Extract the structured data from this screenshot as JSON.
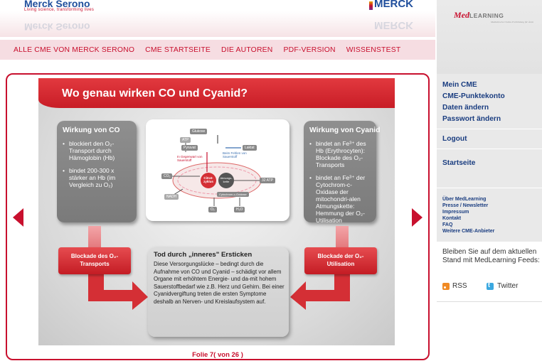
{
  "header": {
    "logo_left": "Merck Serono",
    "logo_left_tagline": "Living science, transforming lives",
    "logo_left_reflection": "Merck Serono",
    "logo_right": "MERCK",
    "logo_right_reflection": "MERCK"
  },
  "nav": {
    "items": [
      {
        "label": "ALLE CME VON MERCK SERONO"
      },
      {
        "label": "CME STARTSEITE"
      },
      {
        "label": "DIE AUTOREN"
      },
      {
        "label": "PDF-VERSION"
      },
      {
        "label": "WISSENSTEST"
      }
    ]
  },
  "sidebar": {
    "logo_med": "Med",
    "logo_learning": "LEARNING",
    "logo_sub": "Medizinische Online-Fortbildung für Ärzte",
    "account": [
      {
        "label": "Mein CME"
      },
      {
        "label": "CME-Punktekonto"
      },
      {
        "label": "Daten ändern"
      },
      {
        "label": "Passwort ändern"
      }
    ],
    "logout": "Logout",
    "startseite": "Startseite",
    "small_links": [
      {
        "label": "Über MedLearning"
      },
      {
        "label": "Presse / Newsletter"
      },
      {
        "label": "Impressum"
      },
      {
        "label": "Kontakt"
      },
      {
        "label": "FAQ"
      },
      {
        "label": "Weitere CME-Anbieter"
      }
    ],
    "stay_text": "Bleiben Sie auf dem aktuellen Stand mit MedLearning Feeds:",
    "rss": "RSS",
    "twitter": "Twitter"
  },
  "slide": {
    "title": "Wo genau wirken CO und Cyanid?",
    "left_card": {
      "title": "Wirkung von CO",
      "bullets": [
        "blockiert den O₂-Transport durch Hämoglobin (Hb)",
        "bindet 200-300 x stärker an Hb (im Vergleich zu O₂)"
      ]
    },
    "right_card": {
      "title": "Wirkung von Cyanid",
      "bullets": [
        "bindet an Fe³⁺ des Hb (Erythrocyten): Blockade des O₂-Transports",
        "bindet an Fe³⁺ der Cytochrom-c-Oxidase der mitochondri-alen Atmungskette: Hemmung der O₂-Utilisation"
      ]
    },
    "diagram": {
      "glukose": "Glukose",
      "pyruvat": "Pyruvat",
      "laktat": "Laktat",
      "atp_small": "ATP",
      "ohne_o2": "Beim Fehlen von Sauerstoff",
      "mit_o2": "In Gegenwart von Sauerstoff",
      "zitrat": "Citrat-zyklus",
      "atmungskette": "Atmungs-kette",
      "co2": "CO₂",
      "atp32": "32 ATP",
      "nadh": "NADH",
      "cytochrom": "Cytochrom-c-Oxidase",
      "o2": "O₂",
      "h2o": "H₂O"
    },
    "blockade_left": "Blockade des O₂-Transports",
    "blockade_right": "Blockade der O₂-Utilisation",
    "center": {
      "title": "Tod durch „inneres\" Ersticken",
      "text": "Diese Versorgungslücke – bedingt durch die Aufnahme von CO und Cyanid – schädigt vor allem Organe mit erhöhtem Energie- und da-mit hohem Sauerstoffbedarf wie z.B. Herz und Gehirn. Bei einer Cyanidvergiftung treten die ersten Symptome deshalb an Nerven- und Kreislaufsystem auf."
    }
  },
  "footer": {
    "folie": "Folie 7( von 26 )"
  },
  "colors": {
    "accent": "#c8102e",
    "brand_blue": "#1f4e9c",
    "link_blue": "#1a3d80"
  }
}
